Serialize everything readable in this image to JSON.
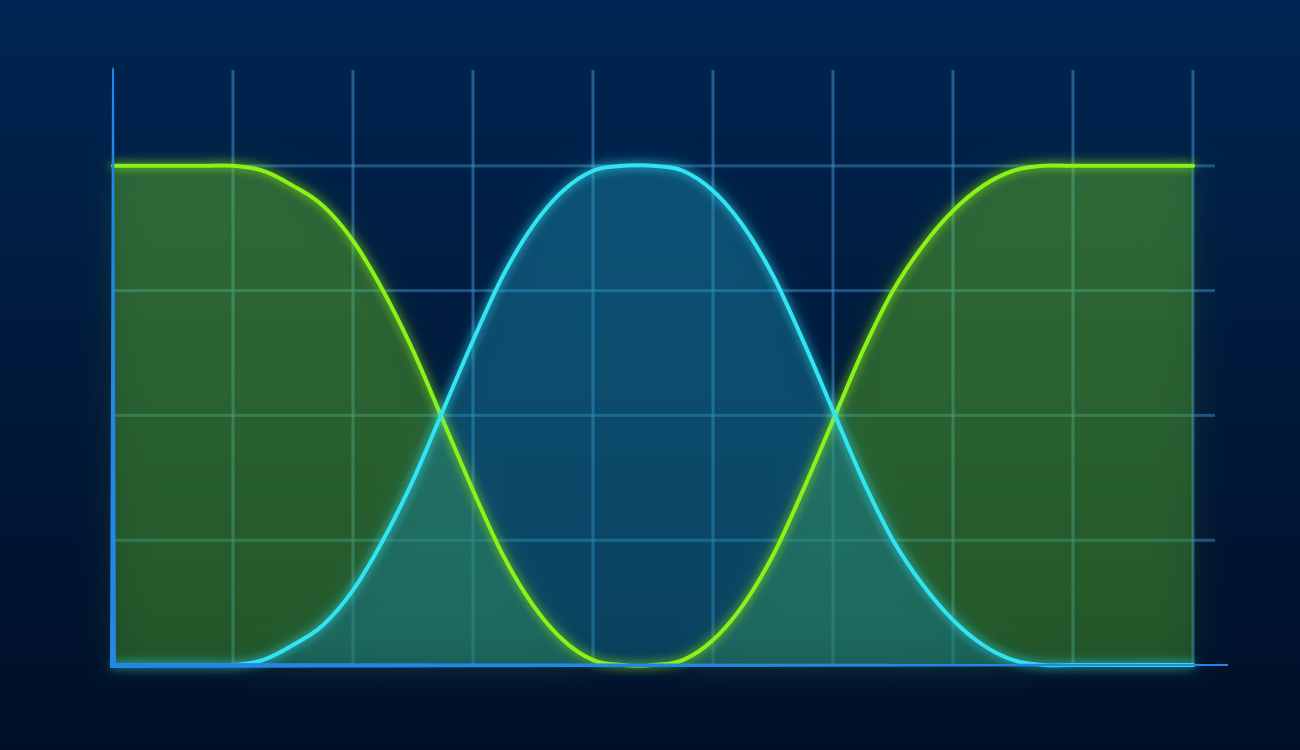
{
  "chart_data": {
    "type": "line",
    "title": "",
    "xlabel": "",
    "ylabel": "",
    "xlim": [
      0,
      9
    ],
    "ylim": [
      0,
      1.2
    ],
    "grid": true,
    "legend": "none",
    "x": [
      0,
      0.25,
      0.5,
      0.75,
      1,
      1.25,
      1.5,
      1.75,
      2,
      2.25,
      2.5,
      2.75,
      3,
      3.25,
      3.5,
      3.75,
      4,
      4.25,
      4.5,
      4.75,
      5,
      5.25,
      5.5,
      5.75,
      6,
      6.25,
      6.5,
      6.75,
      7,
      7.25,
      7.5,
      7.75,
      8,
      8.25,
      8.5,
      8.75,
      9
    ],
    "series": [
      {
        "color": "#8cf218",
        "fill": true,
        "values": [
          1.0,
          1.0,
          1.0,
          1.0,
          1.0,
          0.99,
          0.96,
          0.92,
          0.85,
          0.75,
          0.63,
          0.49,
          0.35,
          0.22,
          0.12,
          0.05,
          0.01,
          0.0,
          0.0,
          0.01,
          0.05,
          0.12,
          0.22,
          0.35,
          0.49,
          0.63,
          0.75,
          0.84,
          0.91,
          0.96,
          0.99,
          1.0,
          1.0,
          1.0,
          1.0,
          1.0,
          1.0
        ]
      },
      {
        "color": "#30e4f2",
        "fill": true,
        "values": [
          0.0,
          0.0,
          0.0,
          0.0,
          0.0,
          0.01,
          0.04,
          0.08,
          0.15,
          0.25,
          0.37,
          0.51,
          0.65,
          0.78,
          0.88,
          0.95,
          0.99,
          1.0,
          1.0,
          0.99,
          0.95,
          0.88,
          0.78,
          0.65,
          0.51,
          0.37,
          0.25,
          0.16,
          0.09,
          0.04,
          0.01,
          0.0,
          0.0,
          0.0,
          0.0,
          0.0,
          0.0
        ]
      }
    ],
    "colors": {
      "axis": "#2486e6",
      "grid": "#3c8cc8",
      "background_top": "#002552",
      "background_bottom": "#000f28"
    }
  }
}
